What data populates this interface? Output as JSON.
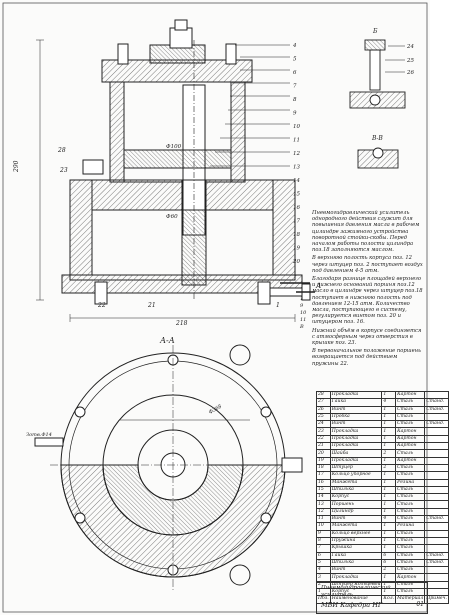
{
  "notes": {
    "paragraphs": [
      "Пневмогидравлический усилитель однородного действия служит для повышения давления масла в рабочем цилиндре зажимного устройства поворотной стойки-скобы. Перед началом работы полости цилиндра поз.18 заполняются маслом.",
      "В верхнюю полость корпуса поз. 12 через штуцер поз. 2 поступает воздух под давлением 4-5 атм.",
      "Благодаря разнице площадей верхнего и нижнего оснований поршня поз.12 масло в цилиндре через штуцер поз.18 поступает в нижнюю полость под давлением 12-15 атм. Количество масла, поступающего в систему, регулируется винтом поз. 20 и штуцером поз. 16.",
      "Нижний объём в корпусе соединяется с атмосферным через отверстия в крышке поз. 23.",
      "В первоначальное положение поршень возвращается под действием пружины 22."
    ]
  },
  "labels": {
    "section_aa": "А-А",
    "section_bb": "Б-Б",
    "view_b": "Б",
    "view_v": "В-В",
    "mark_a_right": "А",
    "dim_height": "290",
    "dim_width": "218",
    "dim_d100": "Ф100",
    "dim_d60": "Ф60",
    "dim_hole": "Зотв.Ф14",
    "dim_dia_circle": "Ф368",
    "leader_28": "28",
    "leader_22": "22",
    "leader_21": "21",
    "leader_1": "1",
    "leader_23": "23",
    "leader_24": "24",
    "leader_25": "25",
    "leader_26": "26",
    "part_nums_right": [
      "4",
      "5",
      "6",
      "7",
      "8",
      "9",
      "10",
      "11",
      "12",
      "13",
      "14",
      "15",
      "16",
      "17",
      "18",
      "19",
      "20"
    ],
    "part_nums_bottom": [
      "1",
      "9",
      "10",
      "11",
      "В"
    ]
  },
  "bom": {
    "rows": [
      [
        "28",
        "Прокладка",
        "1",
        "Картон",
        ""
      ],
      [
        "27",
        "Гайка",
        "4",
        "Сталь",
        "Станд."
      ],
      [
        "26",
        "Винт",
        "1",
        "Сталь",
        "Станд."
      ],
      [
        "25",
        "Пробка",
        "1",
        "Сталь",
        ""
      ],
      [
        "24",
        "Винт",
        "1",
        "Сталь",
        "Станд."
      ],
      [
        "23",
        "Прокладка",
        "1",
        "Картон",
        ""
      ],
      [
        "22",
        "Прокладка",
        "1",
        "Картон",
        ""
      ],
      [
        "21",
        "Прокладка",
        "1",
        "Картон",
        ""
      ],
      [
        "20",
        "Шайба",
        "2",
        "Сталь",
        ""
      ],
      [
        "19",
        "Прокладка",
        "1",
        "Картон",
        ""
      ],
      [
        "18",
        "Штуцер",
        "2",
        "Сталь",
        ""
      ],
      [
        "17",
        "Кольцо упорное",
        "1",
        "Сталь",
        ""
      ],
      [
        "16",
        "Манжета",
        "1",
        "Резина",
        ""
      ],
      [
        "15",
        "Шпилька",
        "1",
        "Сталь",
        ""
      ],
      [
        "14",
        "Корпус",
        "1",
        "Сталь",
        ""
      ],
      [
        "13",
        "Поршень",
        "1",
        "Сталь",
        ""
      ],
      [
        "12",
        "Цилиндр",
        "1",
        "Сталь",
        ""
      ],
      [
        "11",
        "Винт",
        "4",
        "Сталь",
        "Станд."
      ],
      [
        "10",
        "Манжета",
        "1",
        "Резина",
        ""
      ],
      [
        "9",
        "Кольцо верхнее",
        "1",
        "Сталь",
        ""
      ],
      [
        "8",
        "Пружина",
        "1",
        "Сталь",
        ""
      ],
      [
        "7",
        "Крышка",
        "1",
        "Сталь",
        ""
      ],
      [
        "6",
        "Гайка",
        "6",
        "Сталь",
        "Станд."
      ],
      [
        "5",
        "Шпилька",
        "6",
        "Сталь",
        "Станд."
      ],
      [
        "4",
        "Винт",
        "2",
        "Сталь",
        ""
      ],
      [
        "3",
        "Прокладка",
        "1",
        "Картон",
        ""
      ],
      [
        "2",
        "Штуцер Кольцевой",
        "1",
        "Сталь",
        ""
      ],
      [
        "1",
        "Корпус",
        "1",
        "Сталь",
        ""
      ]
    ],
    "header": [
      "Поз.",
      "Наименование",
      "Кол.",
      "Материал",
      "Примеч."
    ]
  },
  "title_block": {
    "line1": "Пневмогидравлический",
    "line2": "усилитель",
    "org": "МВИ Кафедра НГ",
    "sheet": "01"
  }
}
